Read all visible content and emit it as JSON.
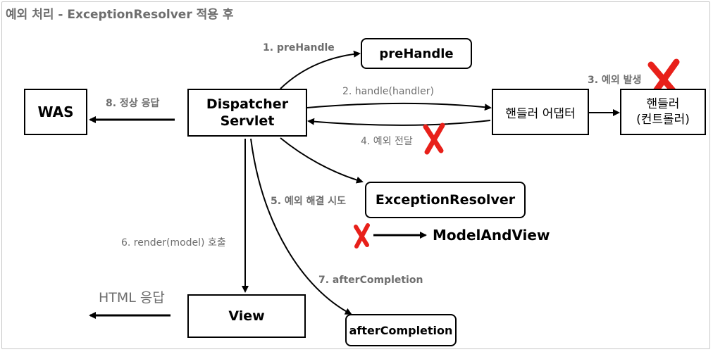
{
  "title": "예외 처리 - ExceptionResolver 적용 후",
  "nodes": {
    "was": "WAS",
    "dispatcher_line1": "Dispatcher",
    "dispatcher_line2": "Servlet",
    "prehandle": "preHandle",
    "adapter": "핸들러 어댑터",
    "handler_line1": "핸들러",
    "handler_line2": "(컨트롤러)",
    "exception_resolver": "ExceptionResolver",
    "view": "View",
    "after_completion": "afterCompletion"
  },
  "labels": {
    "step1": "1. preHandle",
    "step2": "2. handle(handler)",
    "step3": "3. 예외 발생",
    "step4": "4. 예외 전달",
    "step5": "5. 예외 해결 시도",
    "step6": "6. render(model) 호출",
    "step7": "7. afterCompletion",
    "step8": "8. 정상 응답",
    "html_response": "HTML 응답",
    "model_and_view": "ModelAndView"
  },
  "colors": {
    "cross": "#e8201a",
    "label": "#6e6e6e",
    "line": "#000000"
  },
  "icons": [
    "cross-mark-icon"
  ]
}
